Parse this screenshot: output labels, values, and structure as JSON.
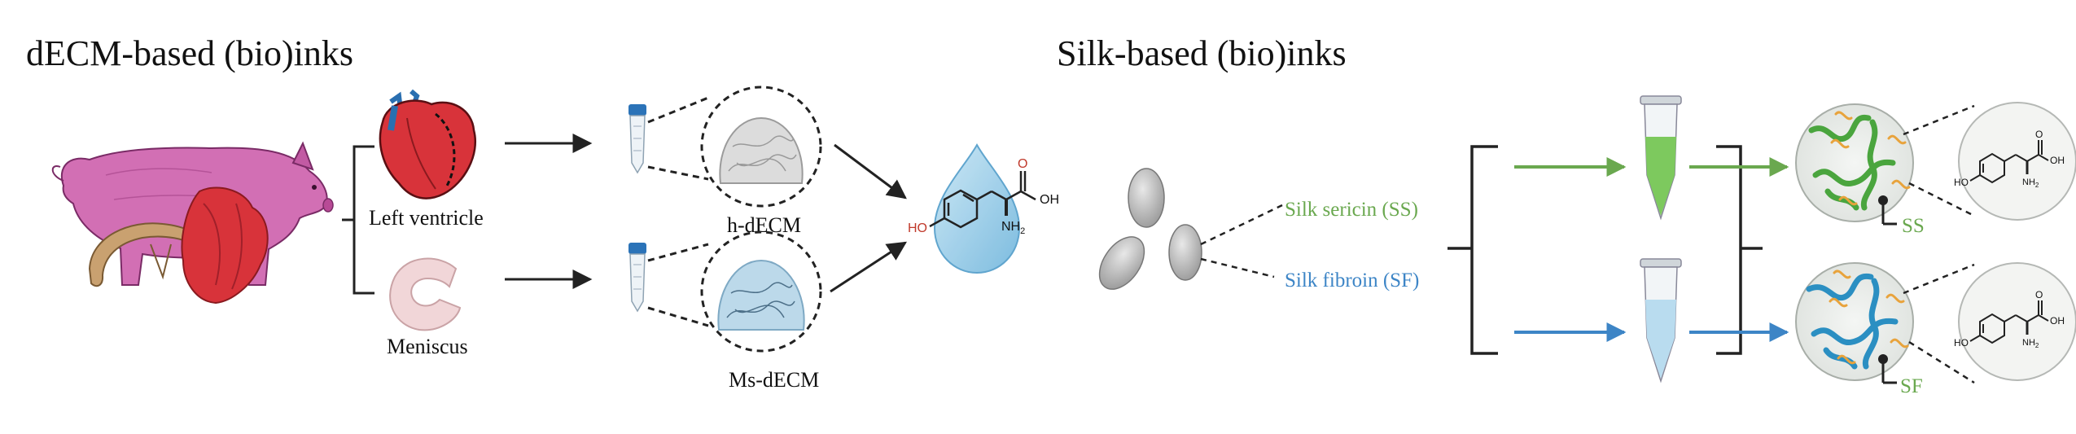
{
  "left_panel": {
    "title": "dECM-based (bio)inks",
    "label_left_ventricle": "Left ventricle",
    "label_meniscus": "Meniscus",
    "label_h_decm": "h-dECM",
    "label_ms_decm": "Ms-dECM",
    "molecule": {
      "oh": "HO",
      "cooh": "OH",
      "o": "O",
      "nh2": "NH",
      "nh2_sub": "2"
    }
  },
  "right_panel": {
    "title": "Silk-based (bio)inks",
    "label_sericin": "Silk sericin (SS)",
    "label_fibroin": "Silk fibroin (SF)",
    "label_ss": "SS",
    "label_sf": "SF",
    "molecule": {
      "oh": "HO",
      "cooh": "OH",
      "o": "O",
      "nh2": "NH",
      "nh2_sub": "2"
    }
  },
  "colors": {
    "sericin_green": "#6aa84f",
    "fibroin_blue": "#3d85c6",
    "tube_green": "#7dc95e",
    "tube_blue": "#b9dcef",
    "pig_pink": "#d26fb4",
    "heart_red": "#d8333a",
    "tyr_orange": "#e8a33c",
    "drop_blue": "#8ec9e6"
  }
}
